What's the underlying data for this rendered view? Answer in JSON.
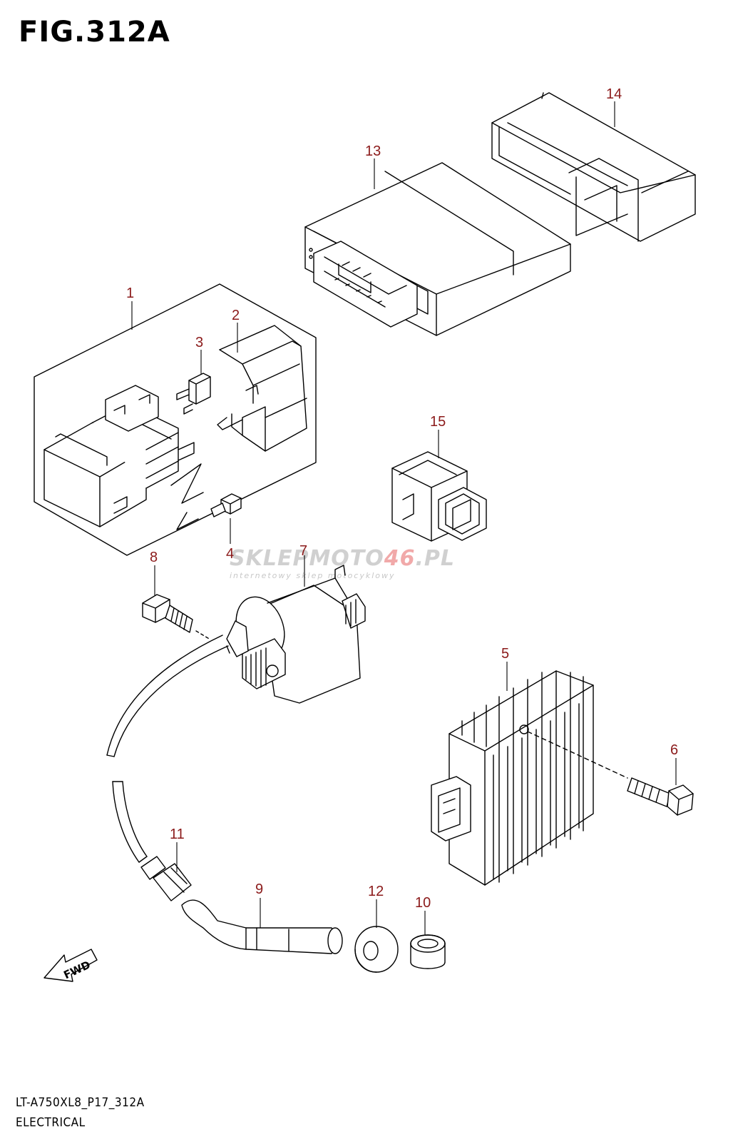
{
  "figure": {
    "title": "FIG.312A",
    "code": "LT-A750XL8_P17_312A",
    "name": "ELECTRICAL",
    "fwd_label": "FWD"
  },
  "watermark": {
    "brand_grey": "SKLEP",
    "brand_grey2": "MOTO",
    "brand_red": "46",
    "brand_tld": ".PL",
    "tagline": "internetowy sklep motocyklowy"
  },
  "callouts": {
    "c1": "1",
    "c2": "2",
    "c3": "3",
    "c4": "4",
    "c5": "5",
    "c6": "6",
    "c7": "7",
    "c8": "8",
    "c9": "9",
    "c10": "10",
    "c11": "11",
    "c12": "12",
    "c13": "13",
    "c14": "14",
    "c15": "15"
  },
  "colors": {
    "callout_text": "#8b1a1a",
    "line_art": "#000000",
    "watermark_red": "#f1a9a9"
  }
}
